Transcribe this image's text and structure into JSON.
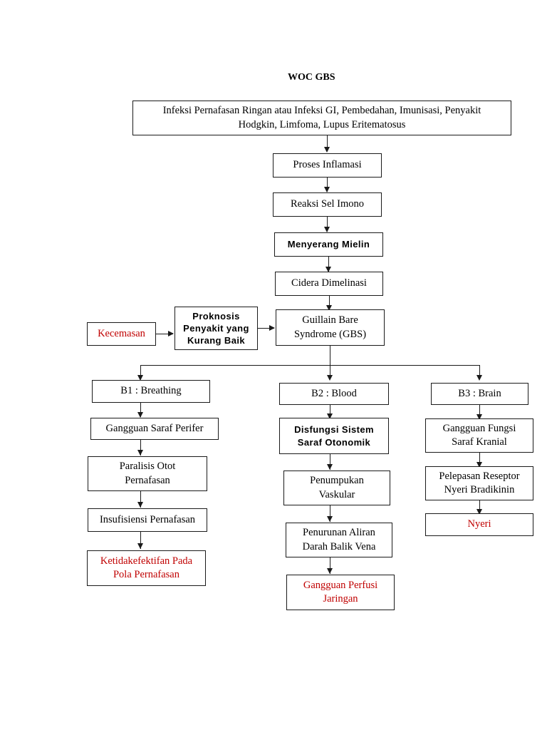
{
  "document": {
    "title": "WOC GBS",
    "colors": {
      "text": "#000000",
      "highlight_red": "#C00000",
      "stroke": "#1a1a1a",
      "background": "#ffffff"
    }
  },
  "nodes": {
    "trigger": {
      "line1": "Infeksi Pernafasan Ringan atau Infeksi GI, Pembedahan, Imunisasi, Penyakit",
      "line2": "Hodgkin, Limfoma, Lupus Eritematosus"
    },
    "inflamasi": {
      "line1": "Proses Inflamasi"
    },
    "reaksi_sel": {
      "line1": "Reaksi Sel Imono"
    },
    "menyerang_mielin": {
      "line1": "Menyerang Mielin"
    },
    "cidera": {
      "line1": "Cidera Dimelinasi"
    },
    "gbs": {
      "line1": "Guillain Bare",
      "line2": "Syndrome (GBS)"
    },
    "proknosis": {
      "line1": "Proknosis",
      "line2": "Penyakit yang",
      "line3": "Kurang Baik"
    },
    "kecemasan": {
      "line1": "Kecemasan"
    },
    "b1": {
      "line1": "B1 : Breathing"
    },
    "b1_gangguan": {
      "line1": "Gangguan Saraf Perifer"
    },
    "b1_paralisis": {
      "line1": "Paralisis Otot",
      "line2": "Pernafasan"
    },
    "b1_insufisiensi": {
      "line1": "Insufisiensi Pernafasan"
    },
    "b1_ketidakefektifan": {
      "line1": "Ketidakefektifan Pada",
      "line2": "Pola Pernafasan"
    },
    "b2": {
      "line1": "B2 : Blood"
    },
    "b2_disfungsi": {
      "line1": "Disfungsi Sistem",
      "line2": "Saraf Otonomik"
    },
    "b2_penumpukan": {
      "line1": "Penumpukan",
      "line2": "Vaskular"
    },
    "b2_penurunan": {
      "line1": "Penurunan Aliran",
      "line2": "Darah Balik Vena"
    },
    "b2_perfusi": {
      "line1": "Gangguan Perfusi",
      "line2": "Jaringan"
    },
    "b3": {
      "line1": "B3 : Brain"
    },
    "b3_gangguan": {
      "line1": "Gangguan Fungsi",
      "line2": "Saraf Kranial"
    },
    "b3_pelepasan": {
      "line1": "Pelepasan Reseptor",
      "line2": "Nyeri Bradikinin"
    },
    "b3_nyeri": {
      "line1": "Nyeri"
    }
  },
  "chart_data": {
    "type": "diagram",
    "title": "WOC GBS",
    "diagram_kind": "flowchart",
    "orientation": "top-down",
    "branches": [
      "B1 : Breathing",
      "B2 : Blood",
      "B3 : Brain"
    ],
    "edges": [
      {
        "from": "trigger",
        "to": "inflamasi"
      },
      {
        "from": "inflamasi",
        "to": "reaksi_sel"
      },
      {
        "from": "reaksi_sel",
        "to": "menyerang_mielin"
      },
      {
        "from": "menyerang_mielin",
        "to": "cidera"
      },
      {
        "from": "cidera",
        "to": "gbs"
      },
      {
        "from": "kecemasan",
        "to": "proknosis"
      },
      {
        "from": "proknosis",
        "to": "gbs"
      },
      {
        "from": "gbs",
        "to": "b1"
      },
      {
        "from": "gbs",
        "to": "b2"
      },
      {
        "from": "gbs",
        "to": "b3"
      },
      {
        "from": "b1",
        "to": "b1_gangguan"
      },
      {
        "from": "b1_gangguan",
        "to": "b1_paralisis"
      },
      {
        "from": "b1_paralisis",
        "to": "b1_insufisiensi"
      },
      {
        "from": "b1_insufisiensi",
        "to": "b1_ketidakefektifan"
      },
      {
        "from": "b2",
        "to": "b2_disfungsi"
      },
      {
        "from": "b2_disfungsi",
        "to": "b2_penumpukan"
      },
      {
        "from": "b2_penumpukan",
        "to": "b2_penurunan"
      },
      {
        "from": "b2_penurunan",
        "to": "b2_perfusi"
      },
      {
        "from": "b3",
        "to": "b3_gangguan"
      },
      {
        "from": "b3_gangguan",
        "to": "b3_pelepasan"
      },
      {
        "from": "b3_pelepasan",
        "to": "b3_nyeri"
      }
    ],
    "highlighted_outcomes": [
      "Kecemasan",
      "Ketidakefektifan Pada Pola Pernafasan",
      "Gangguan Perfusi Jaringan",
      "Nyeri"
    ]
  }
}
